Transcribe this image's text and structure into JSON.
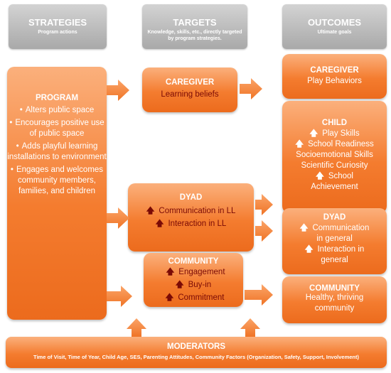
{
  "headers": [
    {
      "title": "STRATEGIES",
      "subtitle": "Program actions"
    },
    {
      "title": "TARGETS",
      "subtitle": "Knowledge, skills, etc., directly targeted by  program strategies."
    },
    {
      "title": "OUTCOMES",
      "subtitle": "Ultimate goals"
    }
  ],
  "program": {
    "title": "PROGRAM",
    "items": [
      "Alters public space",
      "Encourages positive use of public space",
      "Adds playful learning installations to environment",
      "Engages and welcomes community members, families, and children"
    ]
  },
  "targets": {
    "caregiver": {
      "title": "CAREGIVER",
      "line": "Learning beliefs"
    },
    "dyad": {
      "title": "DYAD",
      "lines": [
        "Communication in LL",
        "Interaction in LL"
      ]
    },
    "community": {
      "title": "COMMUNITY",
      "lines": [
        "Engagement",
        "Buy-in",
        "Commitment"
      ]
    }
  },
  "outcomes": {
    "caregiver": {
      "title": "CAREGIVER",
      "line": "Play Behaviors"
    },
    "child": {
      "title": "CHILD",
      "lines": [
        "Play Skills",
        "School Readiness",
        "Socioemotional Skills",
        "Scientific Curiosity",
        "School",
        "Achievement"
      ]
    },
    "dyad": {
      "title": "DYAD",
      "lines": [
        "Communication",
        "in general",
        "Interaction in",
        "general"
      ]
    },
    "community": {
      "title": "COMMUNITY",
      "lines": [
        "Healthy, thriving",
        "community"
      ]
    }
  },
  "moderators": {
    "title": "MODERATORS",
    "text": "Time of Visit, Time of Year, Child Age, SES, Parenting Attitudes, Community Factors (Organization, Safety, Support, Involvement)"
  },
  "icons": {
    "bullet": "•",
    "up_arrow": "🡅"
  },
  "colors": {
    "orange": "#f47c2f",
    "header_gray": "#b5b5b5",
    "dark_text": "#7a0a06"
  }
}
